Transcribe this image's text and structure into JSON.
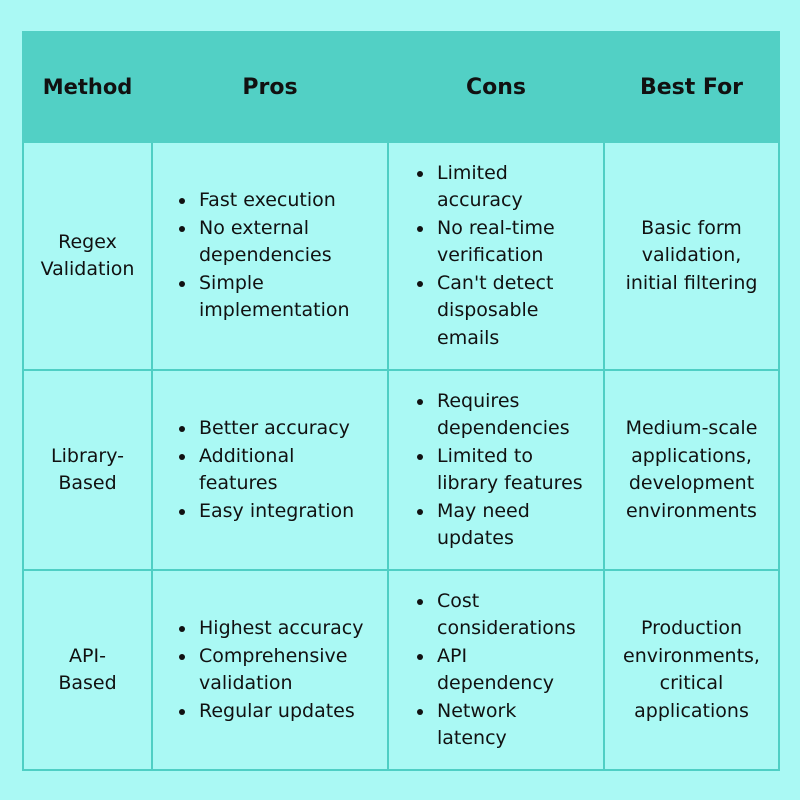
{
  "table": {
    "headers": {
      "method": "Method",
      "pros": "Pros",
      "cons": "Cons",
      "best_for": "Best For"
    },
    "rows": [
      {
        "method": [
          "Regex",
          "Validation"
        ],
        "pros": [
          [
            "Fast execution"
          ],
          [
            "No external",
            "dependencies"
          ],
          [
            "Simple",
            "implementation"
          ]
        ],
        "cons": [
          [
            "Limited",
            "accuracy"
          ],
          [
            "No real-time",
            "verification"
          ],
          [
            "Can't detect",
            "disposable",
            "emails"
          ]
        ],
        "best_for": [
          "Basic form",
          "validation,",
          "initial filtering"
        ]
      },
      {
        "method": [
          "Library-",
          "Based"
        ],
        "pros": [
          [
            "Better accuracy"
          ],
          [
            "Additional",
            "features"
          ],
          [
            "Easy integration"
          ]
        ],
        "cons": [
          [
            "Requires",
            "dependencies"
          ],
          [
            "Limited to",
            "library features"
          ],
          [
            "May need",
            "updates"
          ]
        ],
        "best_for": [
          "Medium-scale",
          "applications,",
          "development",
          "environments"
        ]
      },
      {
        "method": [
          "API-",
          "Based"
        ],
        "pros": [
          [
            "Highest accuracy"
          ],
          [
            "Comprehensive",
            "validation"
          ],
          [
            "Regular updates"
          ]
        ],
        "cons": [
          [
            "Cost",
            "considerations"
          ],
          [
            "API",
            "dependency"
          ],
          [
            "Network",
            "latency"
          ]
        ],
        "best_for": [
          "Production",
          "environments,",
          "critical",
          "applications"
        ]
      }
    ]
  }
}
